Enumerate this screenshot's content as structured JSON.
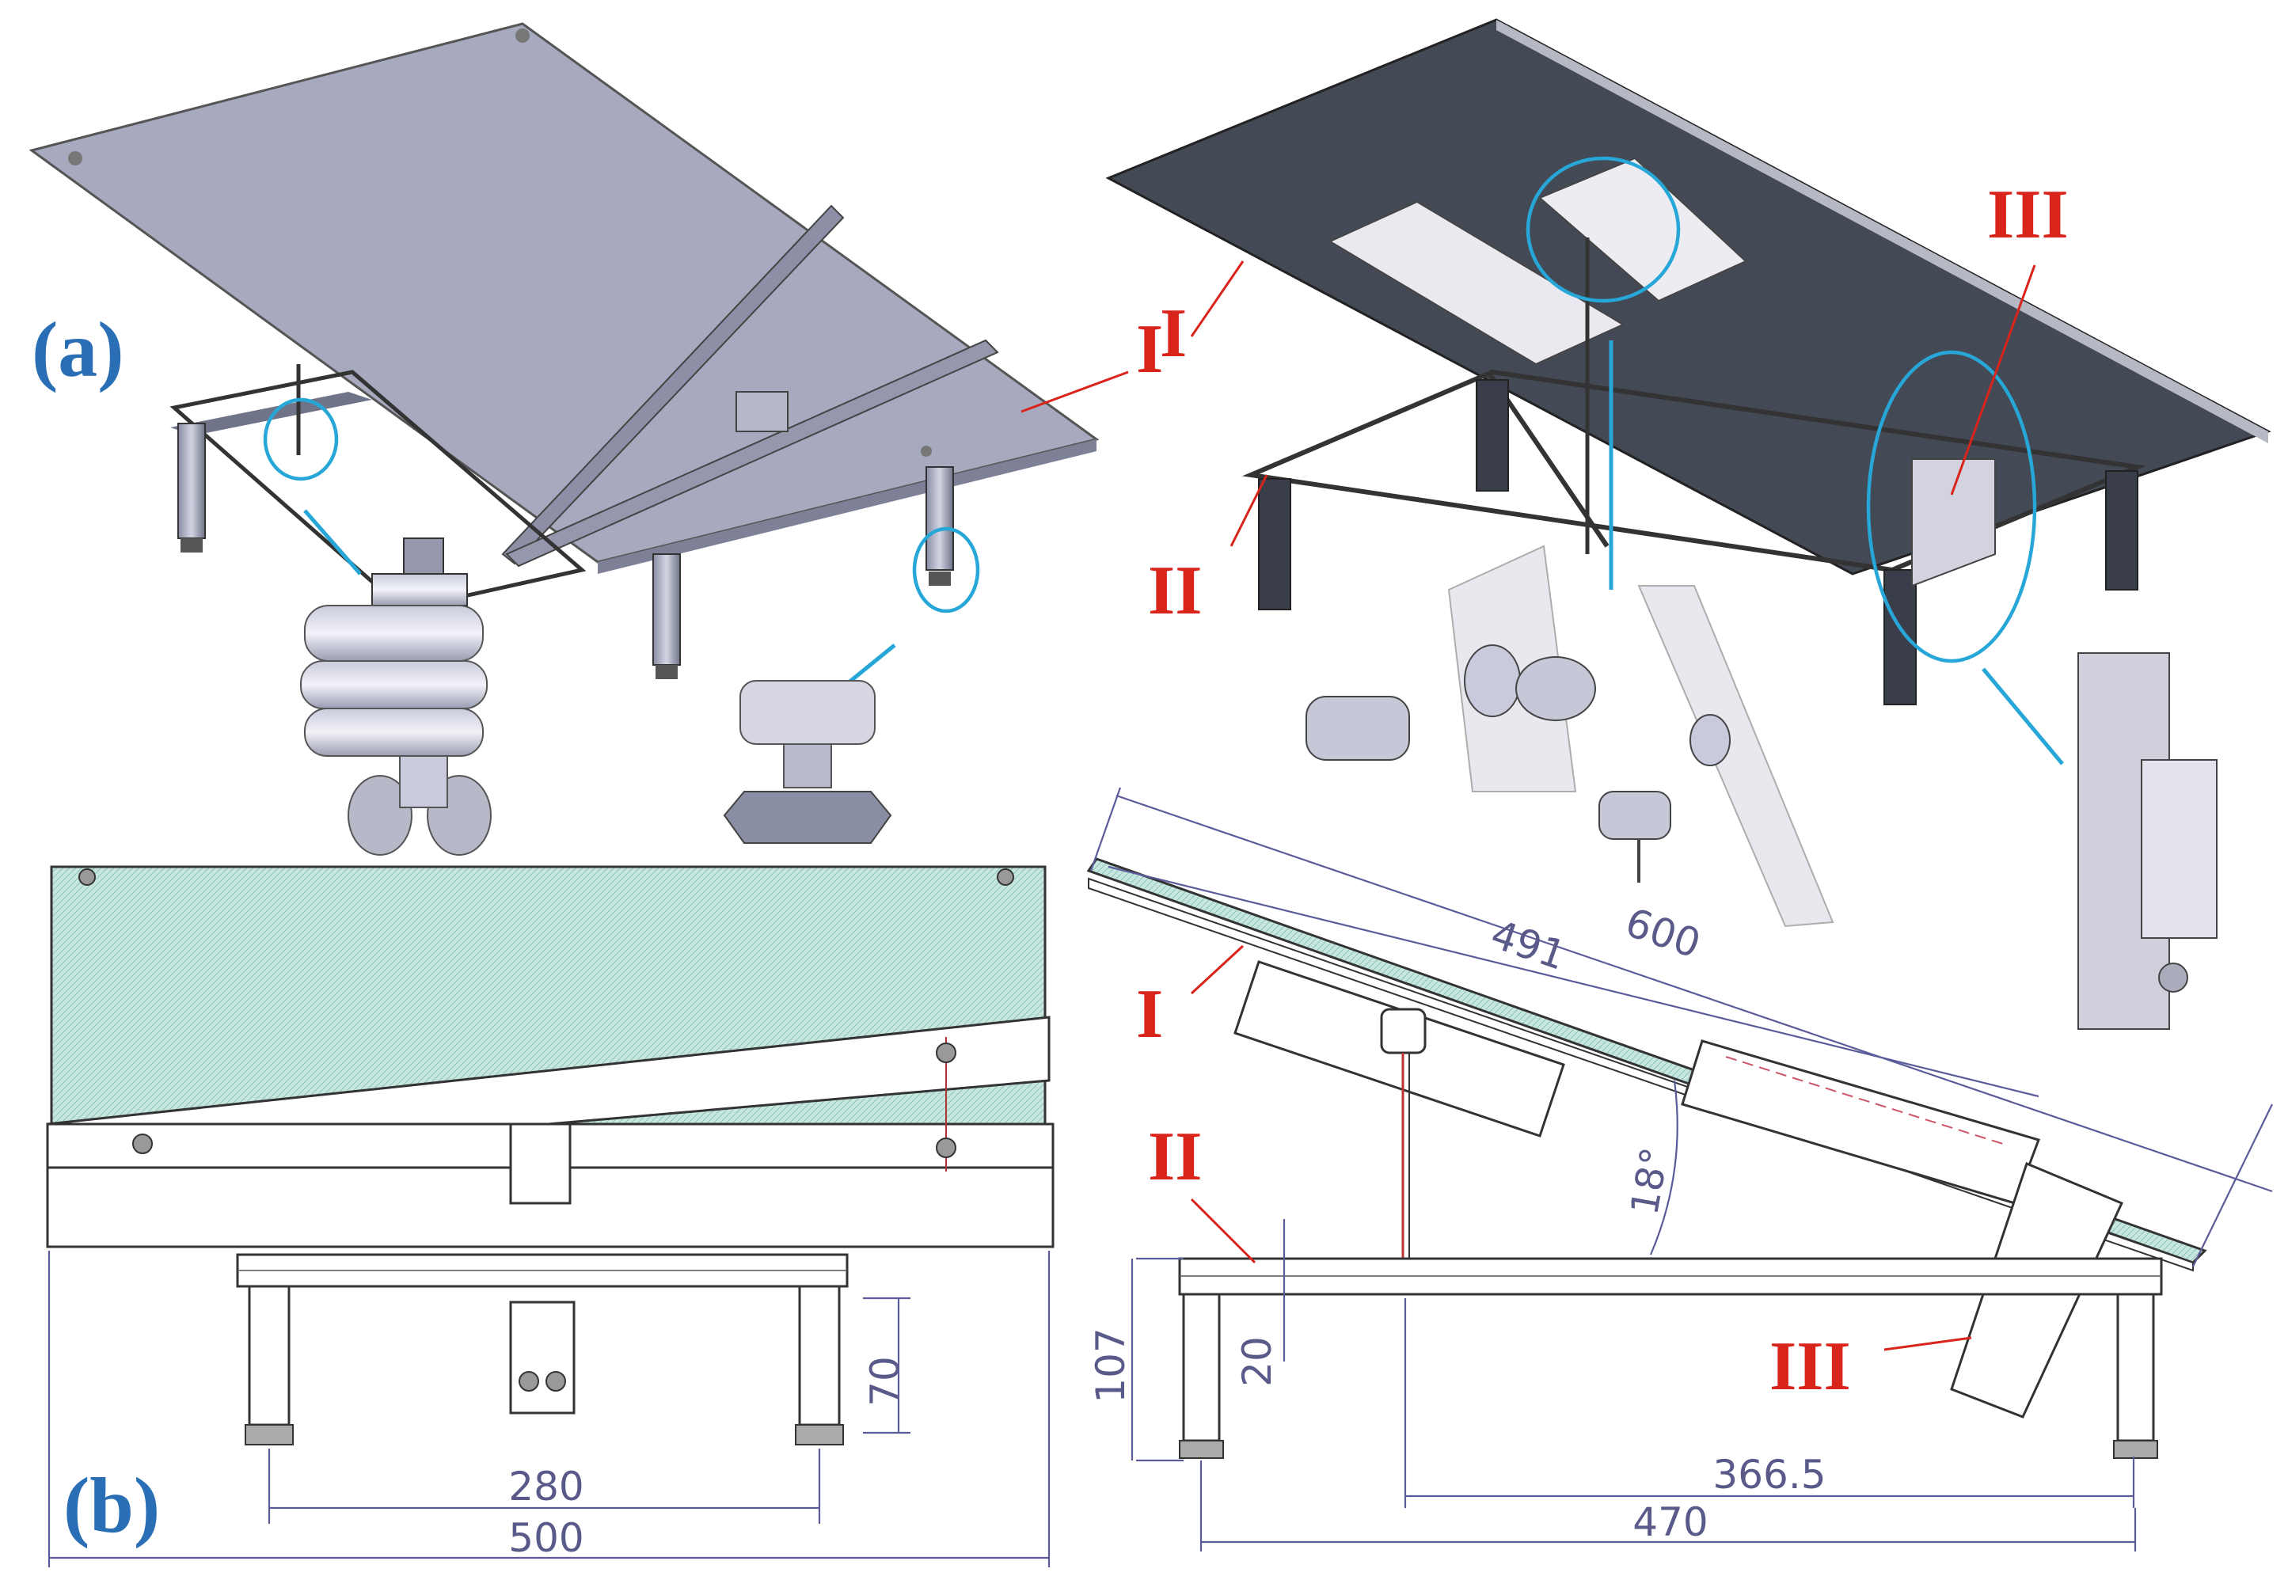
{
  "panels": {
    "a": "(a)",
    "b": "(b)"
  },
  "parts": {
    "I": "I",
    "II": "II",
    "III": "III"
  },
  "dimensions": {
    "d600": "600",
    "d491": "491",
    "d18": "18°",
    "d107": "107",
    "d20": "20",
    "d366": "366.5",
    "d470": "470",
    "d70": "70",
    "d280": "280",
    "d500": "500"
  },
  "colors": {
    "label_blue": "#2a6fb5",
    "roman_red": "#d9241c",
    "callout_cyan": "#27a7d8",
    "plate_grey": "#a7a9bf",
    "plate_dark": "#444a55",
    "glass_green": "#bfe3dc",
    "dimension": "#5b5b9a"
  }
}
